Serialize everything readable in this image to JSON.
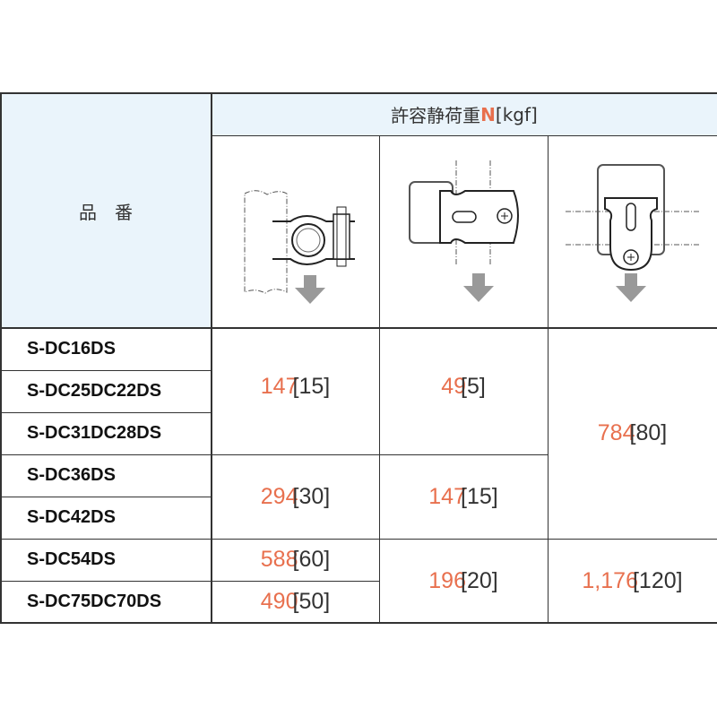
{
  "header": {
    "part_label": "品　番",
    "load_title": "許容静荷重",
    "unit_n": "N",
    "unit_kgf": "[kgf]"
  },
  "icons": [
    "clamp-side-view",
    "clamp-front-square-pipe",
    "clamp-front-hanging"
  ],
  "colors": {
    "value": "#e8704e",
    "header_bg": "#eaf4fb",
    "arrow": "#999999"
  },
  "parts": [
    "S-DC16DS",
    "S-DC25DC22DS",
    "S-DC31DC28DS",
    "S-DC36DS",
    "S-DC42DS",
    "S-DC54DS",
    "S-DC75DC70DS"
  ],
  "loads": {
    "a1": {
      "n": "147",
      "kgf": "[15]"
    },
    "b1": {
      "n": "49",
      "kgf": "[5]"
    },
    "c1": {
      "n": "784",
      "kgf": "[80]"
    },
    "a2": {
      "n": "294",
      "kgf": "[30]"
    },
    "b2": {
      "n": "147",
      "kgf": "[15]"
    },
    "a3": {
      "n": "588",
      "kgf": "[60]"
    },
    "a4": {
      "n": "490",
      "kgf": "[50]"
    },
    "b3": {
      "n": "196",
      "kgf": "[20]"
    },
    "c2": {
      "n": "1,176",
      "kgf": "[120]"
    }
  }
}
